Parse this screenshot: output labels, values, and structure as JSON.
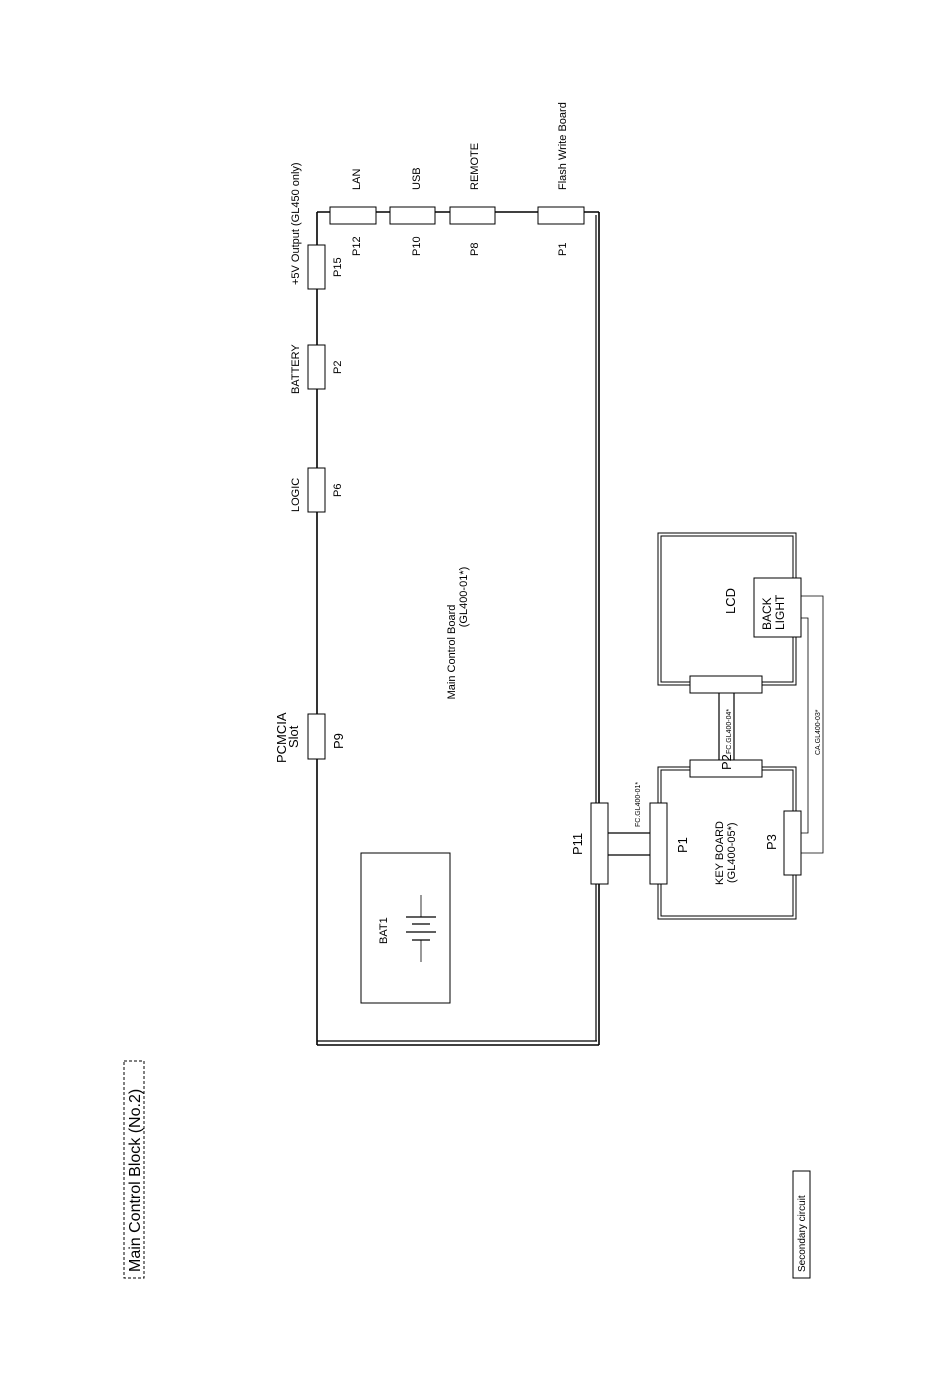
{
  "title": "Main Control Block (No.2)",
  "footer_label": "Secondary circuit",
  "main_board": {
    "name": "Main Control Board",
    "part": "(GL400-01*)"
  },
  "battery_label": "BAT1",
  "top_connectors": [
    {
      "id": "P9",
      "label_line1": "PCMCIA",
      "label_line2": "Slot"
    },
    {
      "id": "P6",
      "label": "LOGIC"
    },
    {
      "id": "P2",
      "label": "BATTERY"
    },
    {
      "id": "P15",
      "label": "+5V Output (GL450 only)"
    }
  ],
  "right_connectors": [
    {
      "id": "P12",
      "label": "LAN"
    },
    {
      "id": "P10",
      "label": "USB"
    },
    {
      "id": "P8",
      "label": "REMOTE"
    },
    {
      "id": "P1",
      "label": "Flash Write Board"
    }
  ],
  "p11_label": "P11",
  "keyboard": {
    "name": "KEY BOARD",
    "part": "(GL400-05*)",
    "p1": "P1",
    "p2": "P2",
    "p3": "P3"
  },
  "lcd": {
    "name": "LCD",
    "backlight_line1": "BACK",
    "backlight_line2": "LIGHT"
  },
  "cables": {
    "fc_keyboard": "FC.GL400-01*",
    "fc_lcd": "FC.GL400-04*",
    "ca_backlight": "CA.GL400-03*"
  }
}
